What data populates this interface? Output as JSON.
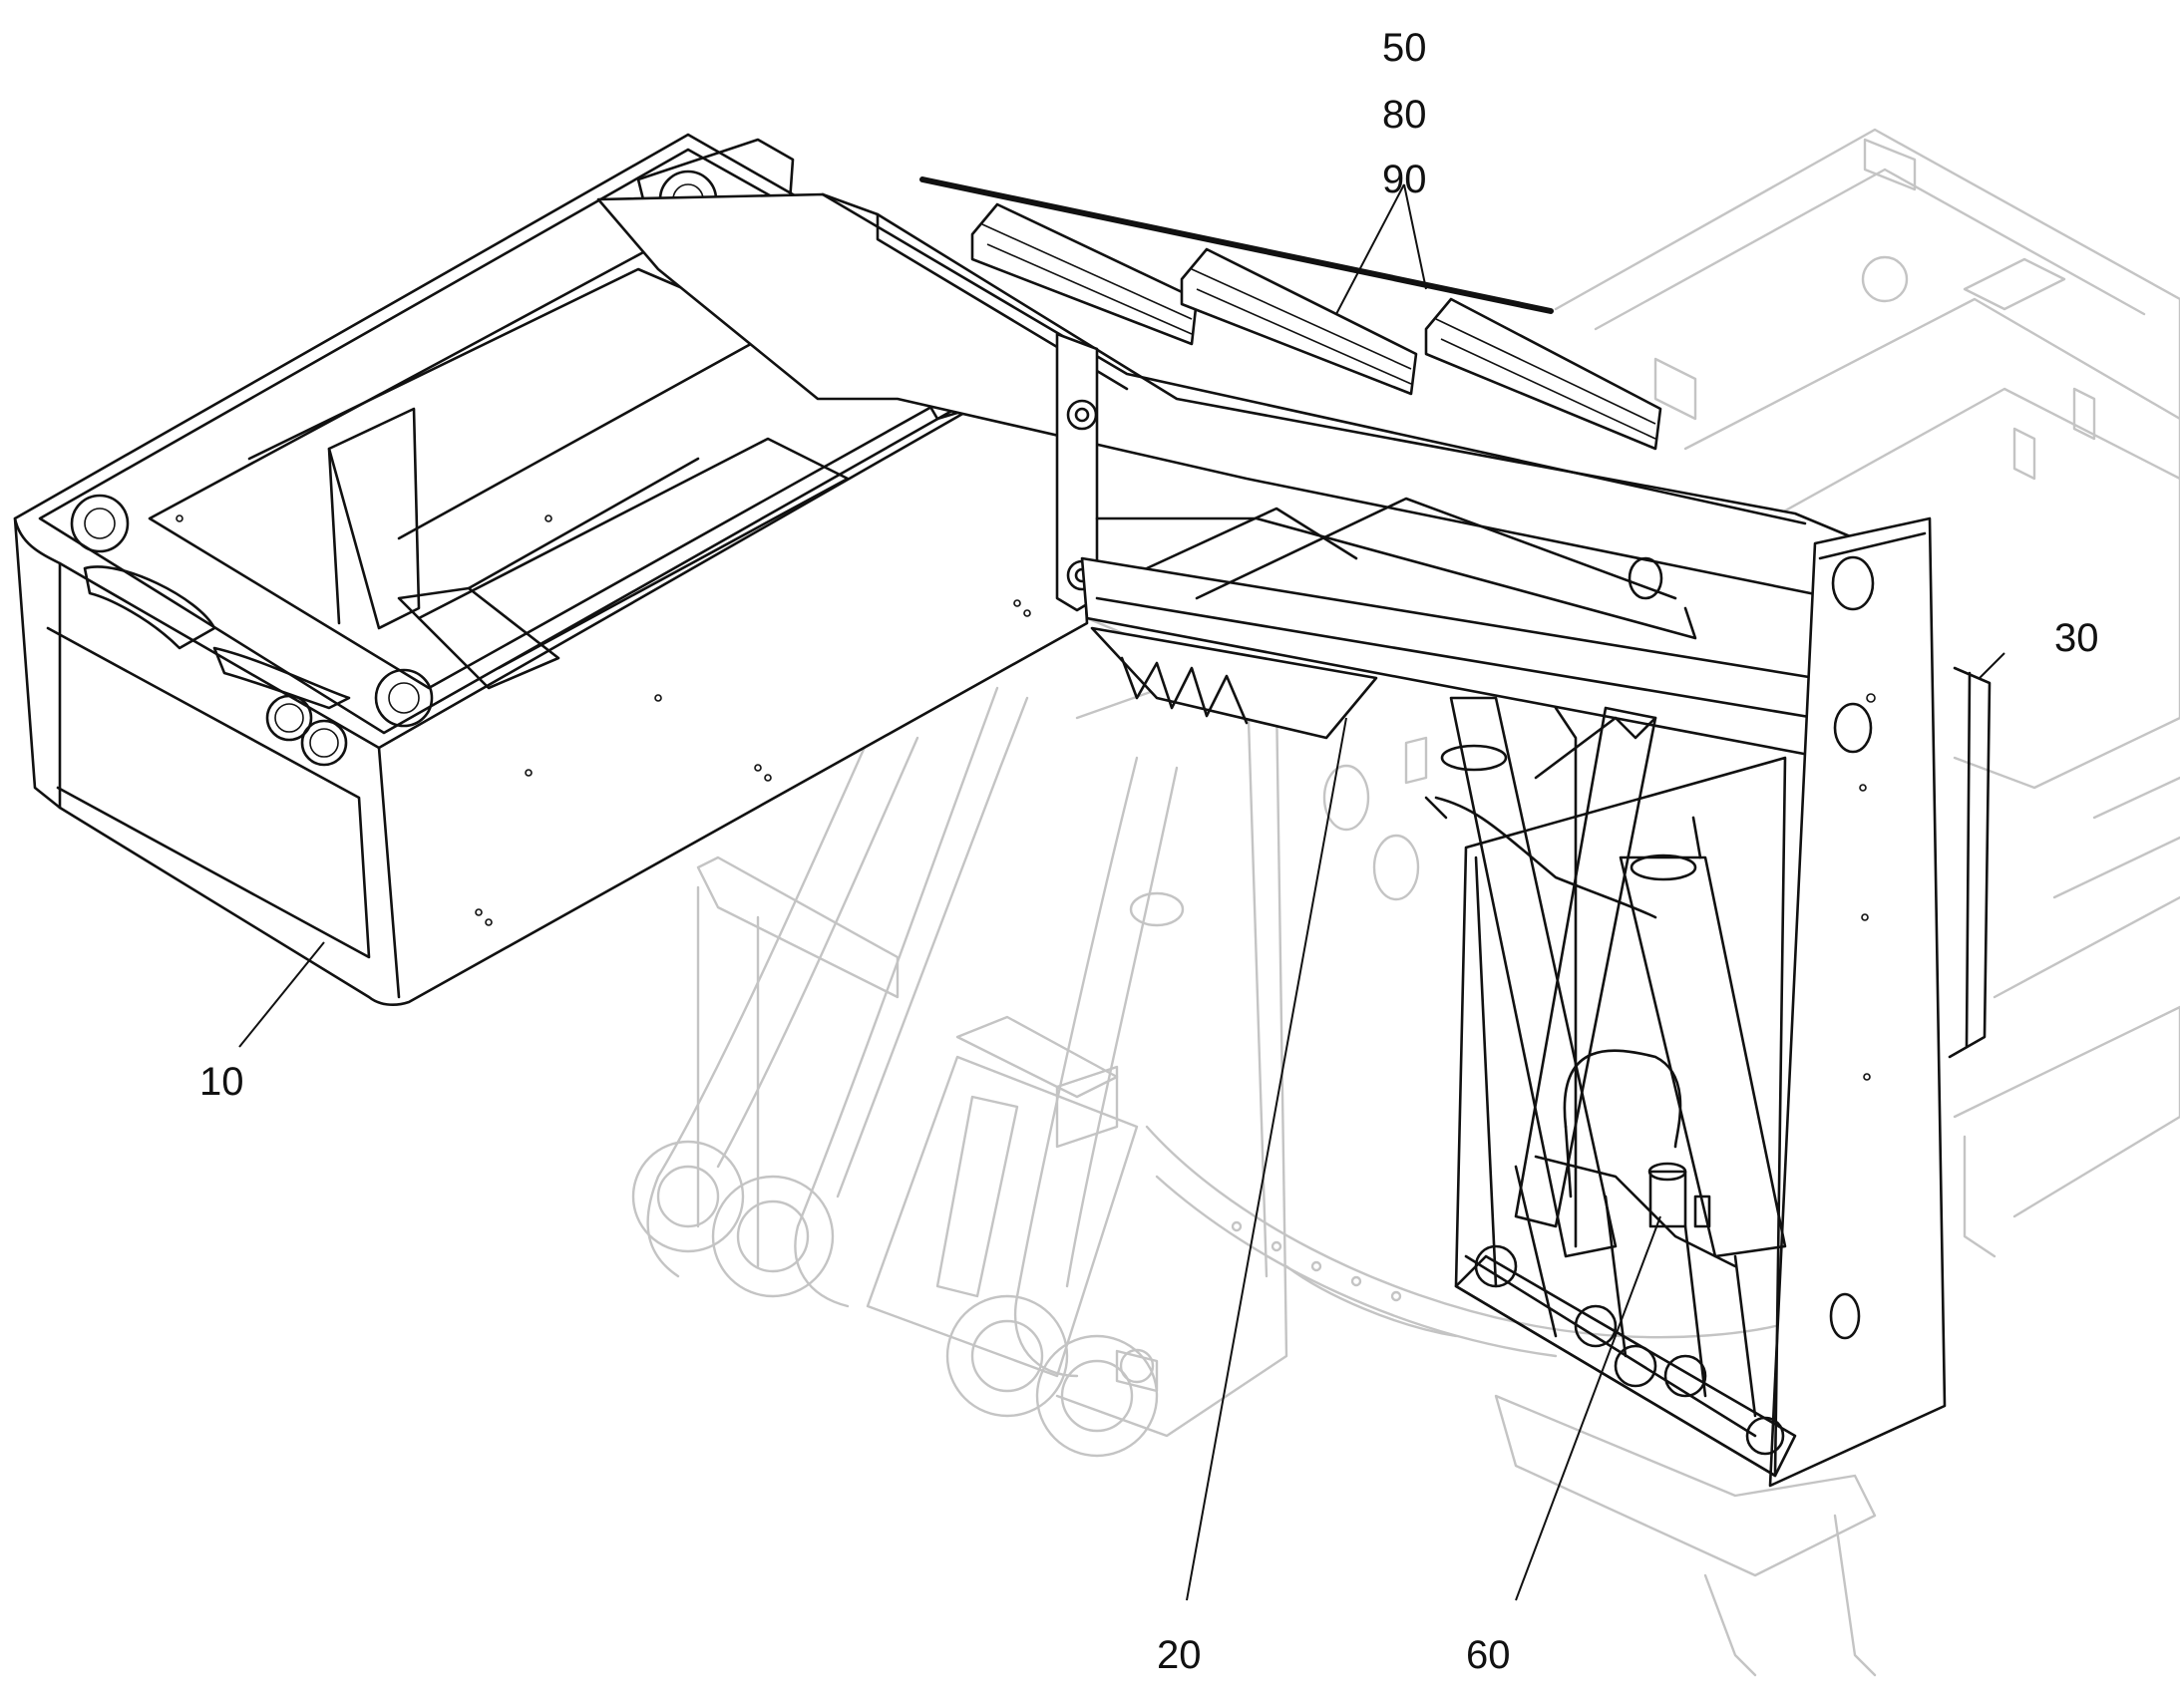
{
  "figure": {
    "callouts": {
      "c50": "50",
      "c80": "80",
      "c90": "90",
      "c30": "30",
      "c10": "10",
      "c20": "20",
      "c60": "60"
    }
  },
  "colors": {
    "ink": "#111111",
    "faded_background": "#c4c4c4",
    "paper": "#ffffff"
  },
  "icons": [
    "counterweight-box",
    "lifting-frame",
    "hydraulic-cylinder",
    "connector-strip",
    "upper-chassis-ghost"
  ]
}
